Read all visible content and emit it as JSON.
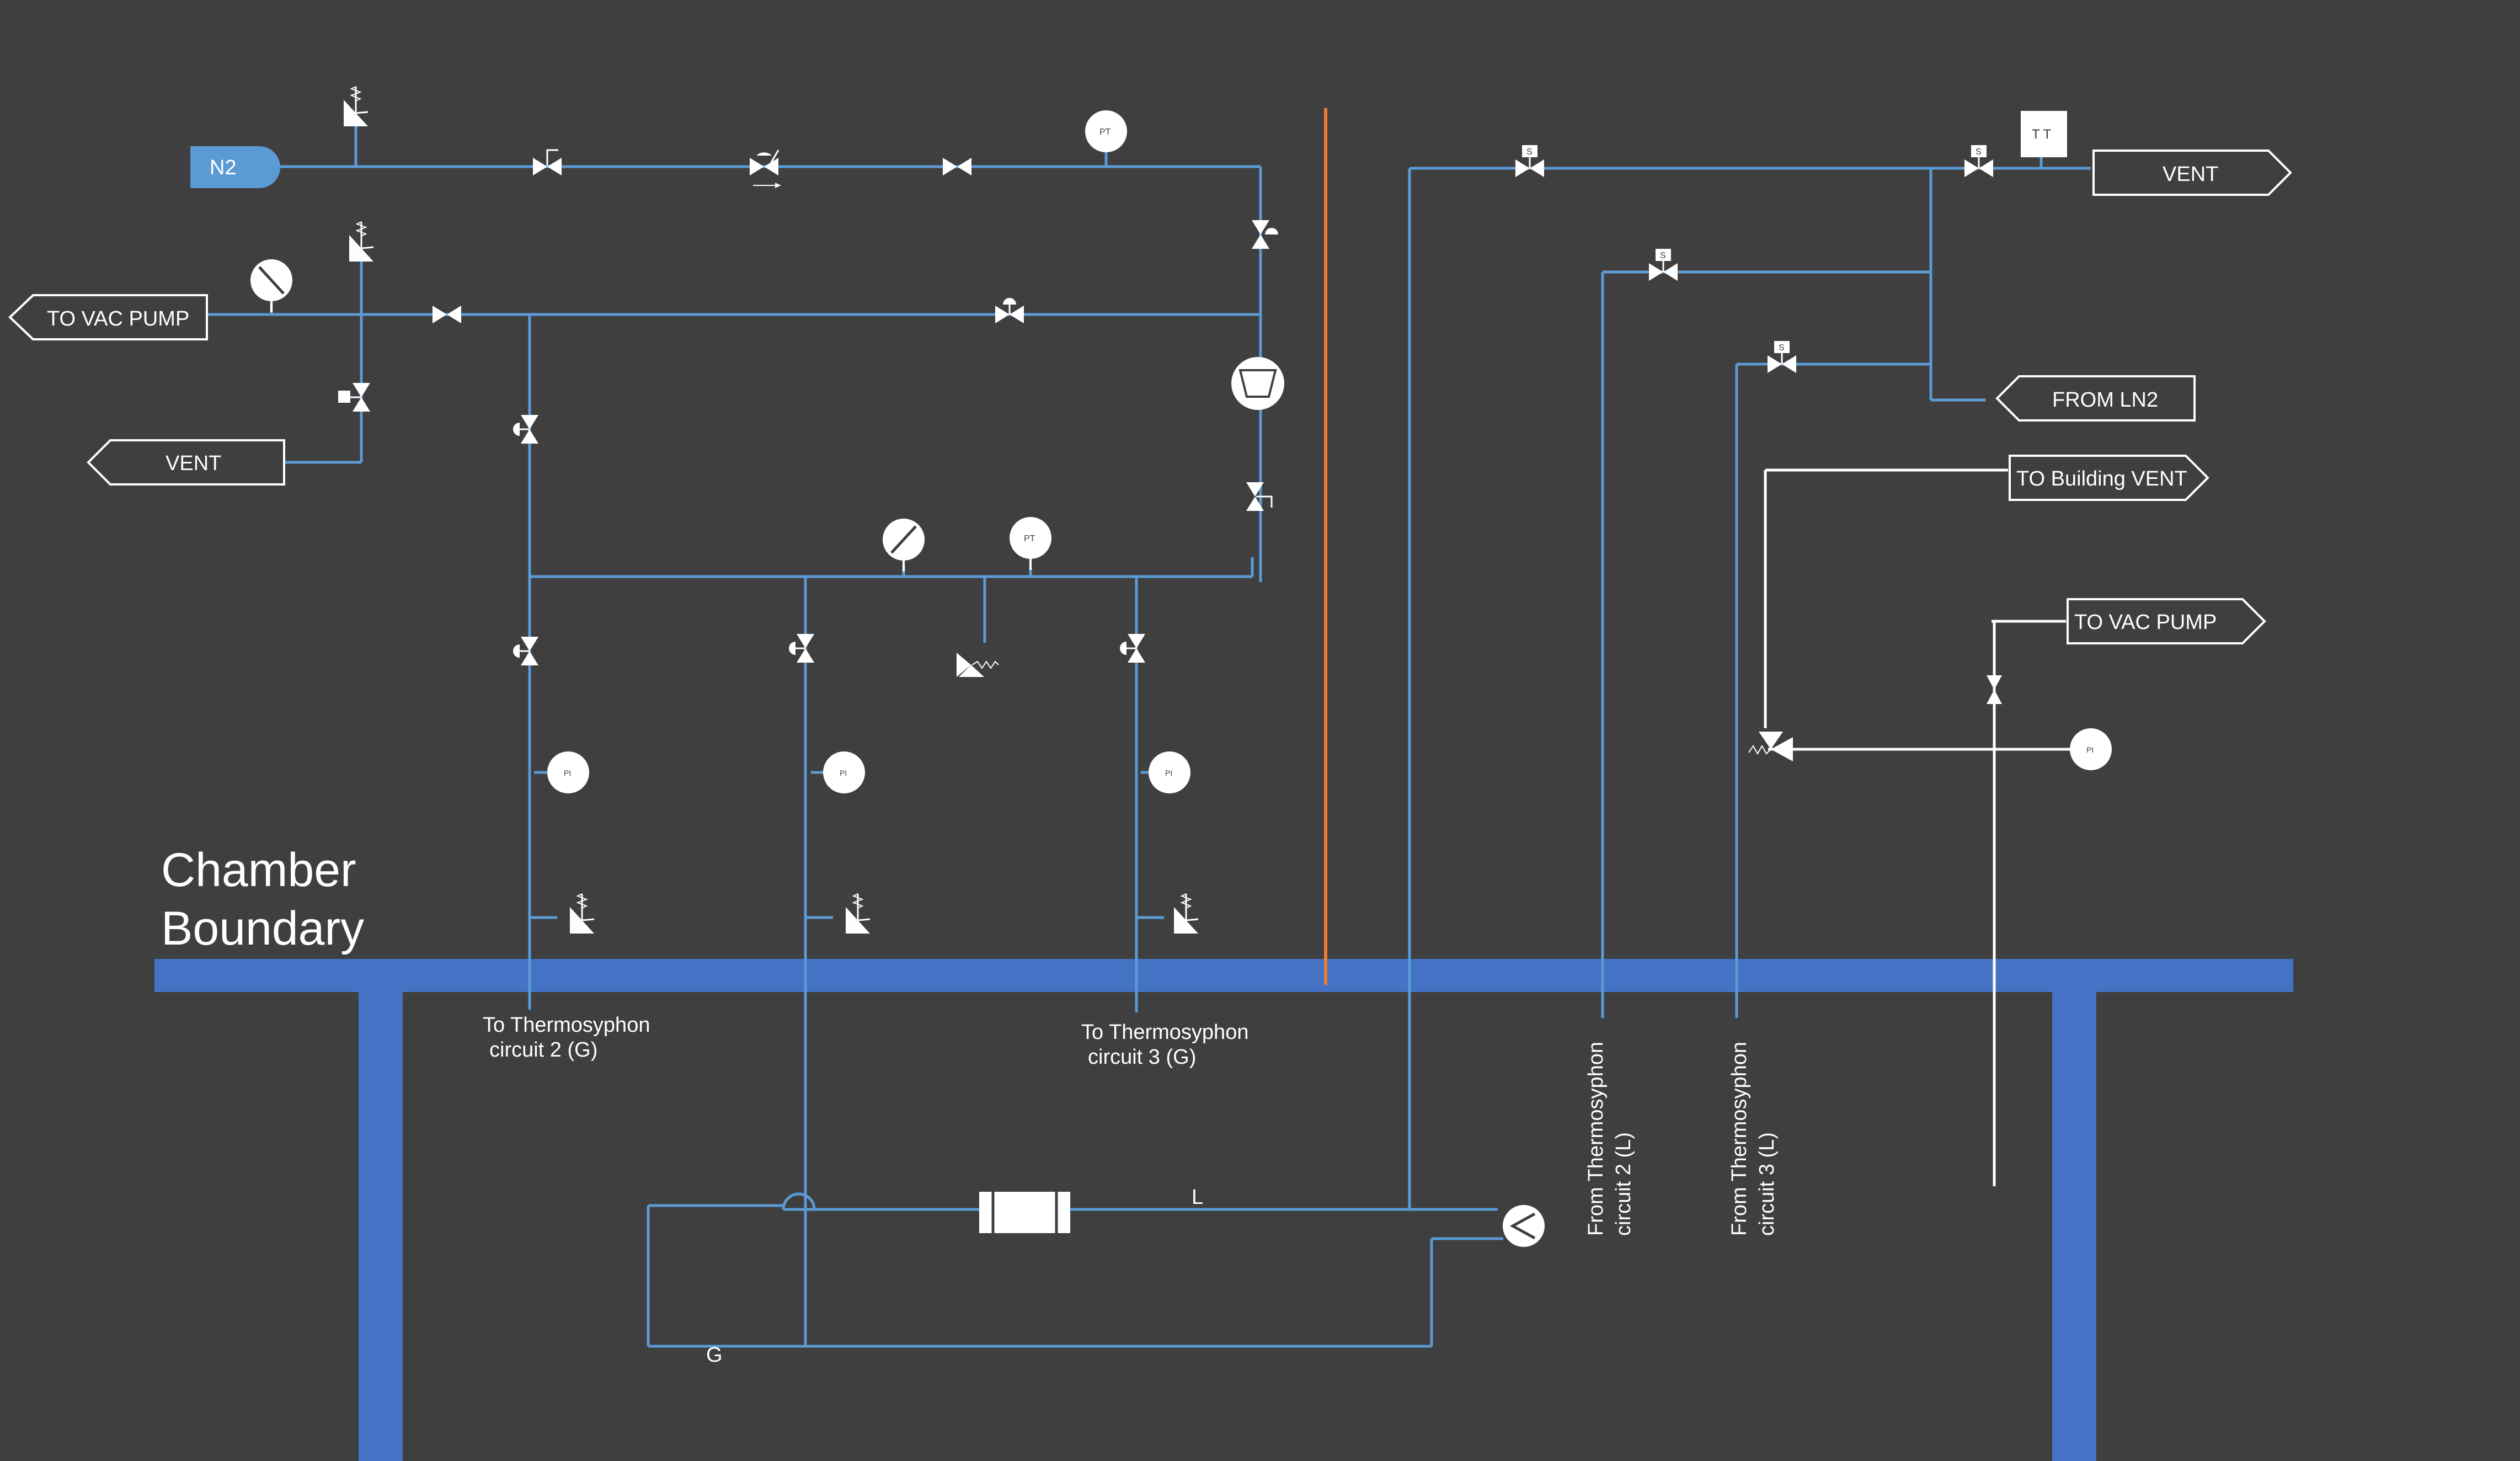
{
  "diagram": {
    "title_line1": "Chamber",
    "title_line2": "Boundary",
    "labels": {
      "n2": "N2",
      "to_vac_pump_left": "TO VAC PUMP",
      "vent_left": "VENT",
      "vent_right": "VENT",
      "from_ln2": "FROM LN2",
      "to_building_vent": "TO Building VENT",
      "to_vac_pump_right": "TO VAC PUMP",
      "to_thermo_2_line1": "To Thermosyphon",
      "to_thermo_2_line2": "circuit 2 (G)",
      "to_thermo_3_line1": "To Thermosyphon",
      "to_thermo_3_line2": "circuit 3 (G)",
      "from_thermo_2_line1": "From Thermosyphon",
      "from_thermo_2_line2": "circuit 2 (L)",
      "from_thermo_3_line1": "From Thermosyphon",
      "from_thermo_3_line2": "circuit 3 (L)",
      "line_l": "L",
      "line_g": "G",
      "pt": "PT",
      "s": "S",
      "tt": "T T",
      "pi": "PI"
    },
    "colors": {
      "background": "#3f3f3f",
      "pipe": "#5b9bd5",
      "boundary": "#4472c4",
      "divider": "#ed7d31",
      "n2_tag": "#5b9bd5"
    }
  }
}
